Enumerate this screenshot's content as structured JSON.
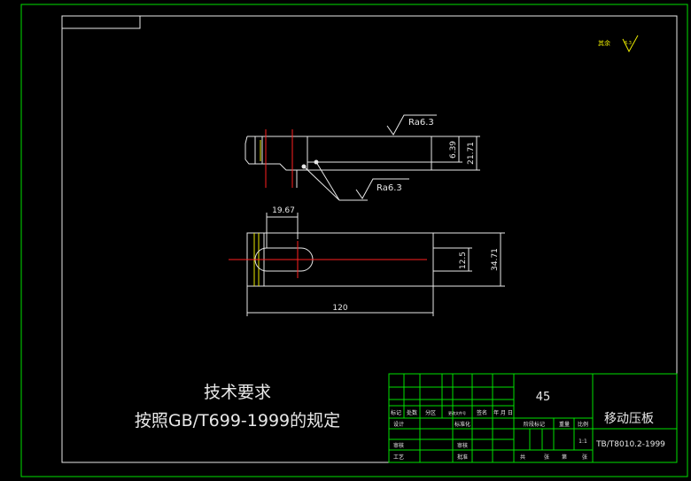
{
  "colors": {
    "background": "#000000",
    "frame": "#00e000",
    "geometry": "#e8e8e8",
    "center_line": "#ff2020",
    "hatch": "#00e000",
    "title_text": "#e8e8e8",
    "accent_yellow": "#e8e800"
  },
  "corner_symbol": {
    "label": "其余",
    "ra_value": "6.3"
  },
  "roughness_top": "Ra6.3",
  "roughness_bottom": "Ra6.3",
  "dimensions": {
    "side_inner_height": "6.39",
    "side_outer_height": "21.71",
    "hole_offset": "19.67",
    "slot_width": "12.5",
    "plate_width": "34.71",
    "overall_length": "120"
  },
  "tech_requirements": {
    "heading": "技术要求",
    "body": "按照GB/T699-1999的规定"
  },
  "title_block": {
    "material": "45",
    "part_name": "移动压板",
    "drawing_number": "TB/T8010.2-1999",
    "scale": "1:1",
    "header_labels": [
      "标记",
      "处数",
      "分区",
      "更改文件号",
      "签名",
      "年 月 日"
    ],
    "row_labels": [
      "设计",
      "审核",
      "工艺"
    ],
    "mid_labels": [
      "标准化",
      "审核",
      "批准"
    ],
    "stage_labels": [
      "阶段标记",
      "重量",
      "比例"
    ],
    "sheet_labels": [
      "共",
      "张",
      "第",
      "张"
    ]
  }
}
